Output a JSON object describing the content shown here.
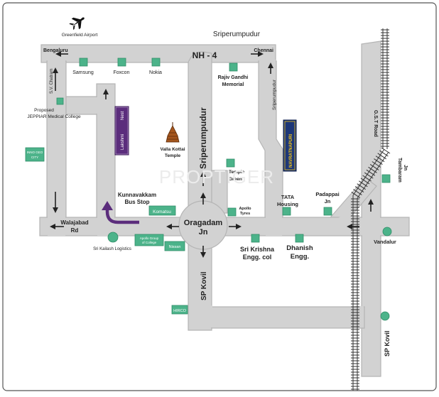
{
  "colors": {
    "road": "#d2d2d2",
    "road_edge": "#b5b5b5",
    "marker": "#4cb38a",
    "marker_edge": "#2f8c66",
    "label_text": "#222222",
    "frame": "#555555",
    "purple": "#5b2d7c",
    "navy": "#1d3778",
    "accent_yellow": "#f0c419"
  },
  "icons": {
    "airport": "airplane-icon",
    "temple": "temple-icon",
    "rail": "railway-track"
  },
  "places": {
    "greenfield_airport": "Greenfield Airport",
    "sriperumpudur_top": "Sriperumpudur",
    "bengaluru": "Bengaluru",
    "chennai": "Chennai",
    "nh4": "NH - 4",
    "samsung": "Samsung",
    "foxcon": "Foxcon",
    "nokia": "Nokia",
    "rajiv_line1": "Rajiv Gandhi",
    "rajiv_line2": "Memorial",
    "sv_chatram": "S.V. Chatram",
    "proposed_line1": "Proposed",
    "proposed_line2": "JEPPIAR Medical College",
    "sriperumpudur_road": "Sriperumpudur",
    "sriperumpudur_diag": "Sriperumpudur",
    "valla_line1": "Valla Kottai",
    "valla_line2": "Temple",
    "inno_line1": "INNO GEO",
    "inno_line2": "CITY",
    "temple_green_line1": "Temple",
    "temple_green_line2": "Green",
    "gst_road": "G.S.T Road",
    "tambaram_line1": "Tambaram",
    "tambaram_line2": "Jn",
    "kunnavakkam_line1": "Kunnavakkam",
    "kunnavakkam_line2": "Bus Stop",
    "tata_line1": "TATA",
    "tata_line2": "Housing",
    "padappai_line1": "Padappai",
    "padappai_line2": "Jn",
    "apollo_tyres_line1": "Apollo",
    "apollo_tyres_line2": "Tyres",
    "komatsu": "Komatsu",
    "walajabad_line1": "Walajabad",
    "walajabad_line2": "Rd",
    "oragadam_line1": "Oragadam",
    "oragadam_line2": "Jn",
    "vandalur": "Vandalur",
    "sri_kailash": "Sri Kailash Logistics",
    "apollo_group_line1": "Apollo Group",
    "apollo_group_line2": "of College",
    "nissan": "Nissan",
    "sri_krishna_line1": "Sri Krishna",
    "sri_krishna_line2": "Engg. col",
    "dhanish_line1": "Dhanish",
    "dhanish_line2": "Engg.",
    "sp_koil_left": "SP Kovil",
    "hirco": "HIRCO",
    "sp_koil_right": "SP Kovil"
  },
  "projects": {
    "main_line1": "Lakshmi",
    "main_line2": "Nest",
    "other": "NAVRATNAPURI"
  },
  "watermark": "PROPTIGER"
}
